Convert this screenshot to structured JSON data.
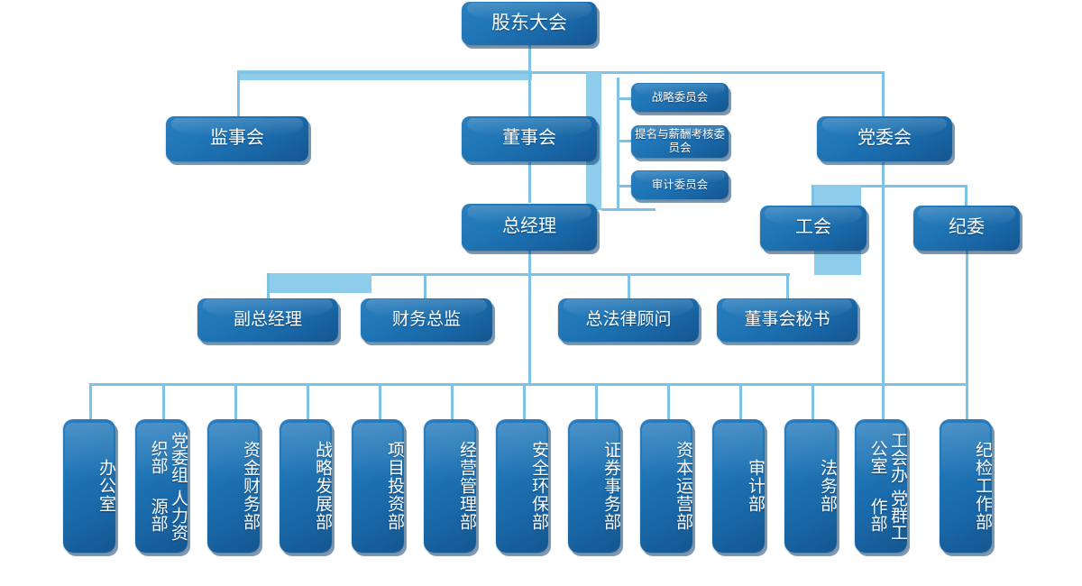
{
  "title": "公司组织架构图",
  "colors": {
    "node_fill": "#1E74B4",
    "node_fill_dark": "#14568F",
    "connector": "#7EC3E6",
    "bar": "#8ECCEC",
    "text": "#FFFFFF",
    "background": "#FFFFFF"
  },
  "levels": {
    "top": {
      "shareholders": "股东大会"
    },
    "governance": {
      "supervisors": "监事会",
      "board": "董事会",
      "party_committee": "党委会"
    },
    "committees": [
      {
        "label": "战略委员会"
      },
      {
        "label": "提名与薪酬考核委员会"
      },
      {
        "label": "审计委员会"
      }
    ],
    "management": {
      "general_manager": "总经理",
      "labor_union": "工会",
      "discipline_commission": "纪委"
    },
    "executives": [
      {
        "label": "副总经理"
      },
      {
        "label": "财务总监"
      },
      {
        "label": "总法律顾问"
      },
      {
        "label": "董事会秘书"
      }
    ],
    "departments": [
      {
        "lines": [
          "办公室"
        ]
      },
      {
        "lines": [
          "党委组织部",
          "人力资源部"
        ]
      },
      {
        "lines": [
          "资金财务部"
        ]
      },
      {
        "lines": [
          "战略发展部"
        ]
      },
      {
        "lines": [
          "项目投资部"
        ]
      },
      {
        "lines": [
          "经营管理部"
        ]
      },
      {
        "lines": [
          "安全环保部"
        ]
      },
      {
        "lines": [
          "证券事务部"
        ]
      },
      {
        "lines": [
          "资本运营部"
        ]
      },
      {
        "lines": [
          "审计部"
        ]
      },
      {
        "lines": [
          "法务部"
        ]
      },
      {
        "lines": [
          "工会办公室",
          "党群工作部"
        ]
      },
      {
        "lines": [
          "纪检工作部"
        ]
      }
    ]
  }
}
